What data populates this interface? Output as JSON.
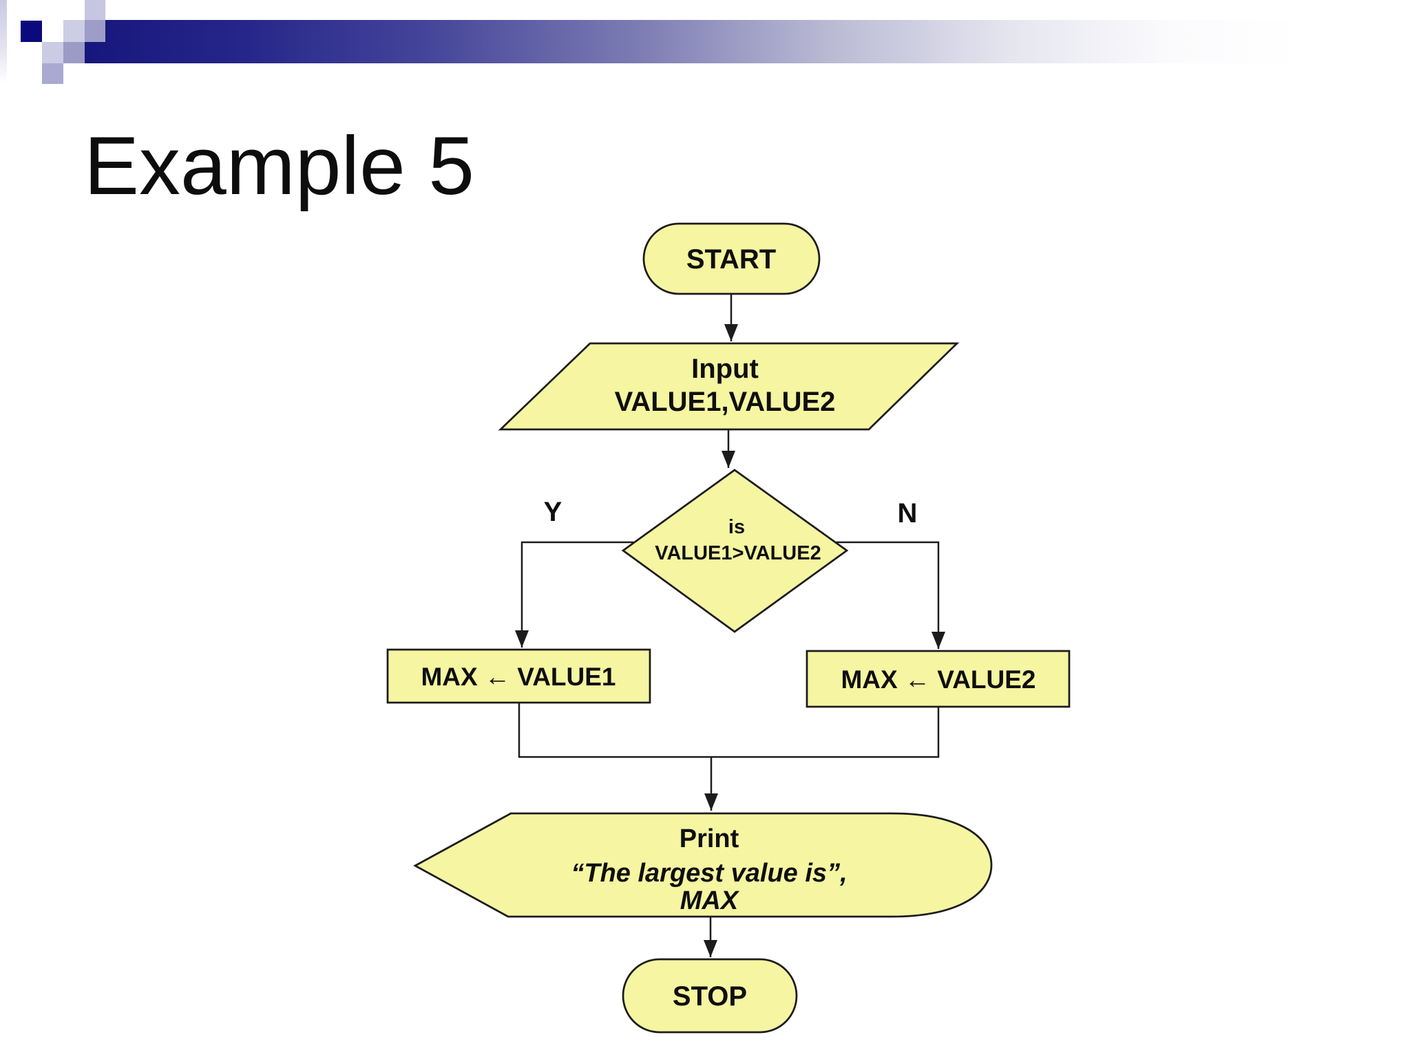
{
  "slide": {
    "title": "Example 5"
  },
  "flowchart": {
    "start": {
      "label": "START"
    },
    "input": {
      "line1": "Input",
      "line2": "VALUE1,VALUE2"
    },
    "decision": {
      "line1": "is",
      "line2": "VALUE1>VALUE2",
      "yes_label": "Y",
      "no_label": "N"
    },
    "assign_left": {
      "label": "MAX ← VALUE1"
    },
    "assign_right": {
      "label": "MAX ← VALUE2"
    },
    "print": {
      "line1": "Print",
      "line2": "“The largest value is”,",
      "line3": "MAX"
    },
    "stop": {
      "label": "STOP"
    }
  },
  "colors": {
    "shape_fill": "#f5f5a2",
    "shape_stroke": "#1c1c1c",
    "bar_dark_navy": "#16167c",
    "square_navy": "#0a0a7d",
    "square_lavender_light": "#cbcbe3",
    "square_lavender_mid": "#9b9bc6",
    "background": "#ffffff"
  }
}
